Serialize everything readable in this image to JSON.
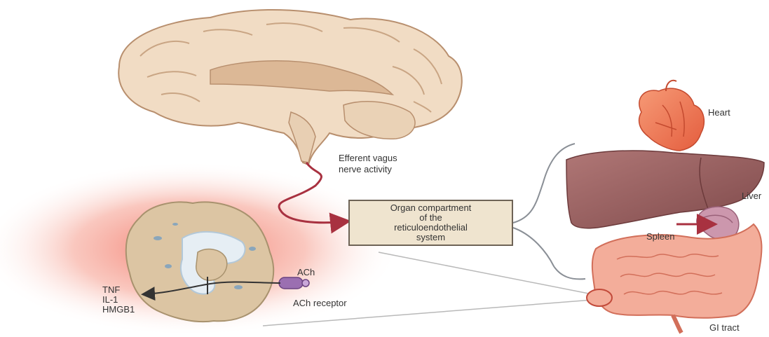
{
  "labels": {
    "vagus_line1": "Efferent vagus",
    "vagus_line2": "nerve activity",
    "box_line1": "Organ compartment",
    "box_line2": "of the",
    "box_line3": "reticuloendothelial",
    "box_line4": "system",
    "heart": "Heart",
    "liver": "Liver",
    "spleen": "Spleen",
    "gi": "GI tract",
    "ach": "ACh",
    "ach_receptor": "ACh receptor",
    "cytokine_tnf": "TNF",
    "cytokine_il1": "IL-1",
    "cytokine_hmgb1": "HMGB1"
  },
  "colors": {
    "brain": "#f1dcc4",
    "brain_outline": "#b88f6e",
    "heart": "#f07755",
    "liver": "#9c6060",
    "spleen": "#cc97ad",
    "gi": "#f3ad9a",
    "macrophage": "#dcc5a3",
    "inflammation_glow": "#f26a5a",
    "nerve": "#a83140",
    "box_fill": "#efe4cf"
  }
}
